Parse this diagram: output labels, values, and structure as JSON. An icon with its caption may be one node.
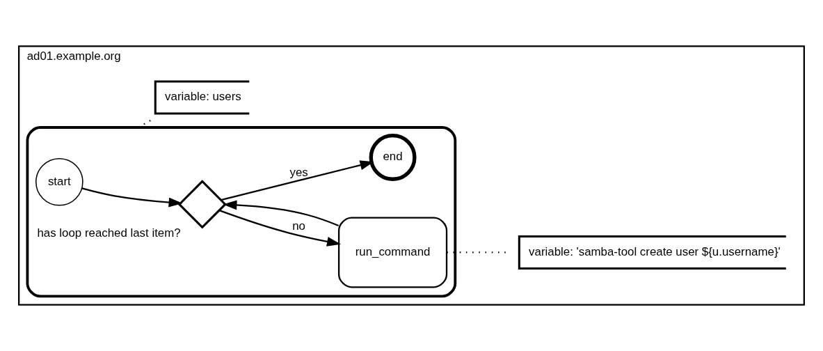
{
  "diagram": {
    "nodes": [
      {
        "text": [
          "ad01.example.org"
        ]
      },
      {
        "text": [],
        "shape": "box",
        "in": 0
      },
      {
        "text": [
          "start"
        ],
        "in": 1
      },
      {
        "text": [],
        "shape": "diamond",
        "beside": [
          "has loop reached last item?"
        ],
        "in": 1
      },
      {
        "text": [
          "run_command"
        ],
        "in": 1
      },
      {
        "text": [
          "end"
        ],
        "in": 1
      },
      {
        "text": [
          "variable: 'samba-tool create user ${u.username}'"
        ],
        "in": 0
      },
      {
        "text": [
          "variable: users"
        ],
        "in": 0
      }
    ],
    "edges": [
      {
        "from": 2,
        "to": 3,
        "arrow": "to"
      },
      {
        "from": 3,
        "to": 4,
        "arrow": "to",
        "label": "no"
      },
      {
        "from": 4,
        "to": 3,
        "arrow": "to"
      },
      {
        "from": 3,
        "to": 5,
        "arrow": "to",
        "label": "yes"
      },
      {
        "from": 4,
        "to": 6,
        "arrow": "none",
        "style": "dashed"
      },
      {
        "from": 1,
        "to": 7,
        "arrow": "none",
        "style": "dashed"
      }
    ]
  }
}
